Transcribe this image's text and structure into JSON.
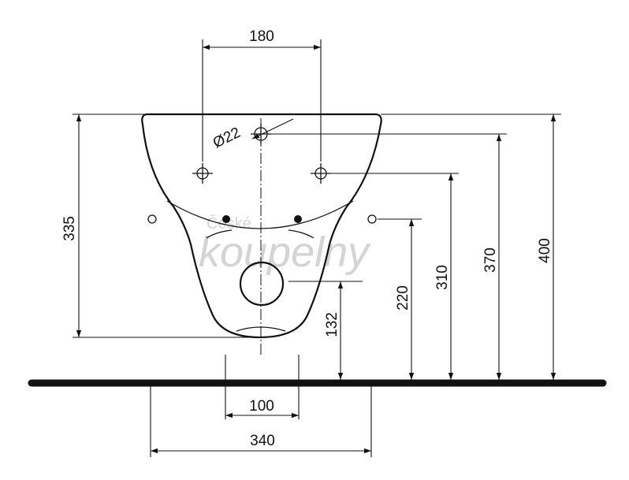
{
  "watermark": {
    "line1": "České",
    "line2": "koupelny"
  },
  "dimensions": {
    "top_width": "180",
    "pipe_diameter": "Ø22",
    "height_335": "335",
    "height_132": "132",
    "height_220": "220",
    "height_310": "310",
    "height_370": "370",
    "height_400": "400",
    "bottom_inner": "100",
    "bottom_outer": "340"
  },
  "colors": {
    "ink": "#111111",
    "background": "#ffffff",
    "watermark": "#d4d4d4"
  }
}
